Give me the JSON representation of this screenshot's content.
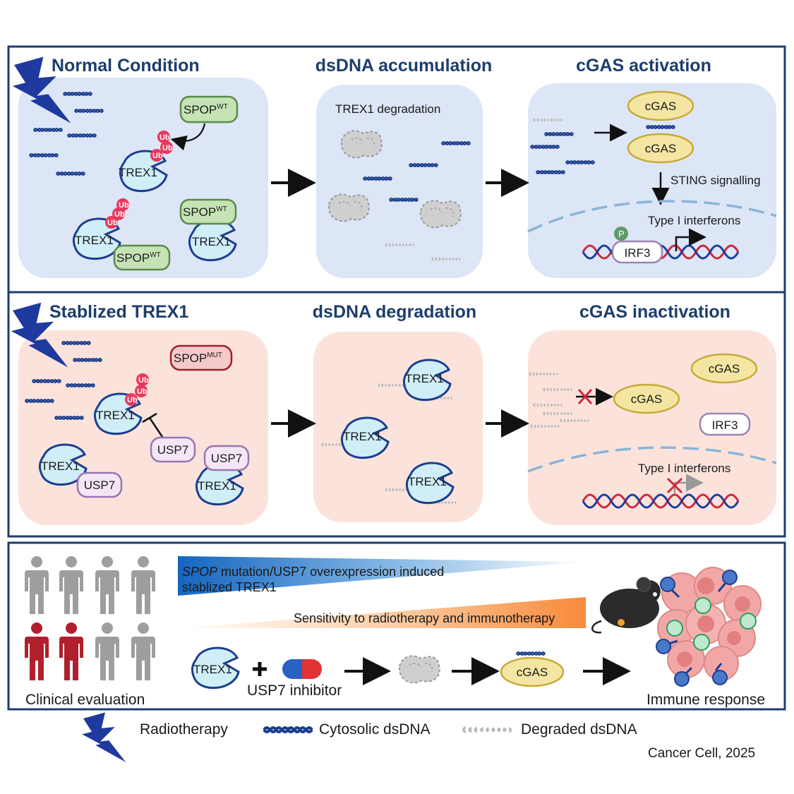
{
  "panels": {
    "normal": {
      "title": "Normal Condition"
    },
    "accumulation": {
      "title": "dsDNA accumulation",
      "note": "TREX1 degradation"
    },
    "activation": {
      "title": "cGAS activation",
      "sting": "STING signalling",
      "interferons": "Type I interferons"
    },
    "stabilized": {
      "title": "Stablized TREX1"
    },
    "degradation": {
      "title": "dsDNA degradation"
    },
    "inactivation": {
      "title": "cGAS inactivation",
      "interferons": "Type I interferons"
    }
  },
  "proteins": {
    "trex1": "TREX1",
    "spop": "SPOP",
    "spop_wt_sup": "WT",
    "spop_mut_sup": "MUT",
    "usp7": "USP7",
    "cgas": "cGAS",
    "irf3": "IRF3",
    "ub": "Ub",
    "p": "P"
  },
  "bottom": {
    "gradient_line1_italic": "SPOP",
    "gradient_line1_rest": " mutation/USP7 overexpression induced",
    "gradient_line2": "stablized TREX1",
    "sensitivity": "Sensitivity to radiotherapy and immunotherapy",
    "inhibitor": "USP7 inhibitor",
    "clinical": "Clinical evaluation",
    "immune": "Immune response"
  },
  "legend": {
    "radiotherapy": "Radiotherapy",
    "cytosolic": "Cytosolic dsDNA",
    "degraded": "Degraded dsDNA"
  },
  "citation": "Cancer Cell, 2025",
  "colors": {
    "frame": "#1c3e6e",
    "panel_blue": "#dde6f6",
    "panel_pink": "#fbe3dc",
    "trex1_fill": "#cfeef8",
    "spop_wt_fill": "#c5e3b5",
    "spop_mut_fill": "#f3c9c9",
    "usp7_fill": "#f5e6f5",
    "cgas_fill": "#f4e6a2",
    "ub": "#e8375d",
    "lightning": "#1f3a9e",
    "patient_red": "#b0202c",
    "patient_grey": "#9e9e9e"
  }
}
